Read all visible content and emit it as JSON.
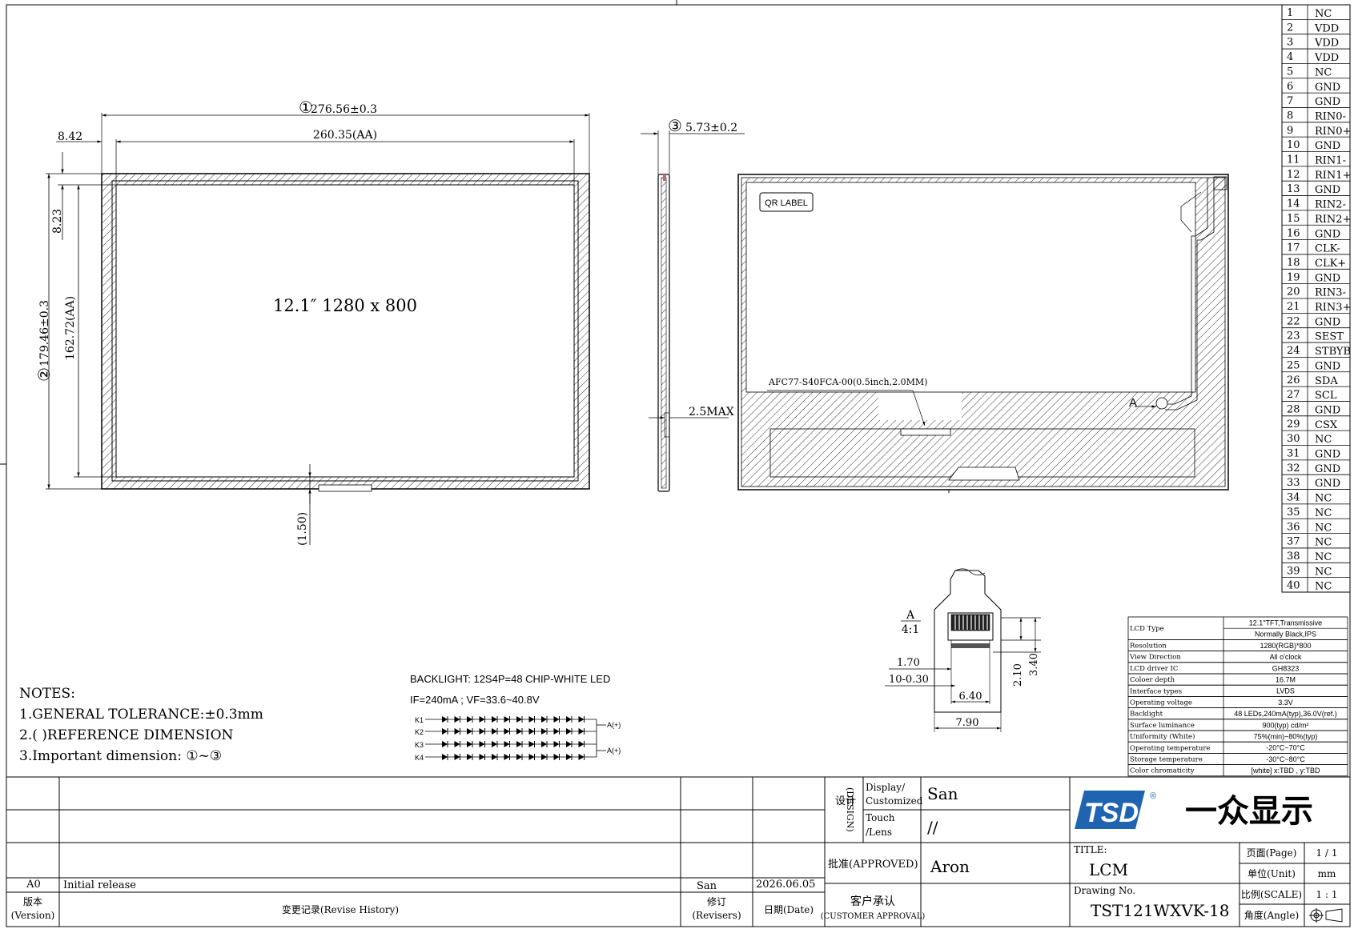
{
  "front_view": {
    "dim_outline_width": "276.56±0.3",
    "dim_outline_marker": "①",
    "dim_aa_width": "260.35(AA)",
    "dim_left_offset": "8.42",
    "dim_top_offset": "8.23",
    "dim_outline_height": "179.46±0.3",
    "dim_outline_height_marker": "②",
    "dim_aa_height": "162.72(AA)",
    "dim_bottom_ref": "(1.50)",
    "center_label": "12.1″ 1280 x 800"
  },
  "side_view": {
    "dim_thickness": "5.73±0.2",
    "dim_thickness_marker": "③",
    "dim_max": "2.5MAX"
  },
  "back_view": {
    "qr_label": "QR LABEL",
    "connector_label": "AFC77-S40FCA-00(0.5inch,2.0MM)",
    "detail_marker": "A"
  },
  "detail_view": {
    "title": "A",
    "scale": "4:1",
    "dim_pitch": "1.70",
    "dim_pin": "10-0.30",
    "dim_inner_width": "6.40",
    "dim_outer_width": "7.90",
    "dim_h1": "2.10",
    "dim_h2": "3.40"
  },
  "notes": {
    "title": "NOTES:",
    "items": [
      "1.GENERAL TOLERANCE:±0.3mm",
      "2.(   )REFERENCE DIMENSION",
      "3.Important dimension: ①~③"
    ]
  },
  "backlight": {
    "title": "BACKLIGHT: 12S4P=48 CHIP-WHITE LED",
    "spec": "IF=240mA ; VF=33.6~40.8V",
    "rows": [
      "K1",
      "K2",
      "K3",
      "K4"
    ],
    "anode_labels": [
      "A(+)",
      "A(+)"
    ]
  },
  "pins": [
    {
      "no": "1",
      "name": "NC"
    },
    {
      "no": "2",
      "name": "VDD"
    },
    {
      "no": "3",
      "name": "VDD"
    },
    {
      "no": "4",
      "name": "VDD"
    },
    {
      "no": "5",
      "name": "NC"
    },
    {
      "no": "6",
      "name": "GND"
    },
    {
      "no": "7",
      "name": "GND"
    },
    {
      "no": "8",
      "name": "RIN0-"
    },
    {
      "no": "9",
      "name": "RIN0+"
    },
    {
      "no": "10",
      "name": "GND"
    },
    {
      "no": "11",
      "name": "RIN1-"
    },
    {
      "no": "12",
      "name": "RIN1+"
    },
    {
      "no": "13",
      "name": "GND"
    },
    {
      "no": "14",
      "name": "RIN2-"
    },
    {
      "no": "15",
      "name": "RIN2+"
    },
    {
      "no": "16",
      "name": "GND"
    },
    {
      "no": "17",
      "name": "CLK-"
    },
    {
      "no": "18",
      "name": "CLK+"
    },
    {
      "no": "19",
      "name": "GND"
    },
    {
      "no": "20",
      "name": "RIN3-"
    },
    {
      "no": "21",
      "name": "RIN3+"
    },
    {
      "no": "22",
      "name": "GND"
    },
    {
      "no": "23",
      "name": "SEST"
    },
    {
      "no": "24",
      "name": "STBYB"
    },
    {
      "no": "25",
      "name": "GND"
    },
    {
      "no": "26",
      "name": "SDA"
    },
    {
      "no": "27",
      "name": "SCL"
    },
    {
      "no": "28",
      "name": "GND"
    },
    {
      "no": "29",
      "name": "CSX"
    },
    {
      "no": "30",
      "name": "NC"
    },
    {
      "no": "31",
      "name": "GND"
    },
    {
      "no": "32",
      "name": "GND"
    },
    {
      "no": "33",
      "name": "GND"
    },
    {
      "no": "34",
      "name": "NC"
    },
    {
      "no": "35",
      "name": "NC"
    },
    {
      "no": "36",
      "name": "NC"
    },
    {
      "no": "37",
      "name": "NC"
    },
    {
      "no": "38",
      "name": "NC"
    },
    {
      "no": "39",
      "name": "NC"
    },
    {
      "no": "40",
      "name": "NC"
    }
  ],
  "specs": [
    {
      "label": "LCD Type",
      "value": "12.1\"TFT,Transmissive",
      "value2": "Normally Black,IPS"
    },
    {
      "label": "Resolution",
      "value": "1280(RGB)*800"
    },
    {
      "label": "View Direction",
      "value": "All o'clock"
    },
    {
      "label": "LCD driver IC",
      "value": "GH8323"
    },
    {
      "label": "Coloer depth",
      "value": "16.7M"
    },
    {
      "label": "Interface types",
      "value": "LVDS"
    },
    {
      "label": "Operating voltage",
      "value": "3.3V"
    },
    {
      "label": "Backlight",
      "value": "48 LEDs,240mA(typ),36.0V(ref.)"
    },
    {
      "label": "Surface luminance",
      "value": "900(typ) cd/m²"
    },
    {
      "label": "Uniformity (White)",
      "value": "75%(min)~80%(typ)"
    },
    {
      "label": "Operating temperature",
      "value": "-20°C~70°C"
    },
    {
      "label": "Storage temperature",
      "value": "-30°C~80°C"
    },
    {
      "label": "Color chromaticity",
      "value": "[white] x:TBD , y:TBD"
    }
  ],
  "revision": {
    "version": "A0",
    "description": "Initial release",
    "reviser": "San",
    "date": "2026.06.05",
    "hdr_version_cn": "版本",
    "hdr_version_en": "(Version)",
    "hdr_history": "变更记录(Revise History)",
    "hdr_reviser_cn": "修订",
    "hdr_reviser_en": "(Revisers)",
    "hdr_date": "日期(Date)"
  },
  "approval": {
    "design_cn": "设计",
    "design_en": "(DESIGN)",
    "display_label": "Display/",
    "customized_label": "Customized",
    "display_value": "San",
    "touch_label": "Touch",
    "lens_label": "/Lens",
    "touch_value": "//",
    "approved_label": "批准(APPROVED)",
    "approved_value": "Aron",
    "customer_cn": "客户承认",
    "customer_en": "(CUSTOMER APPROVAL)"
  },
  "title_block": {
    "logo_text": "TSD",
    "company": "一众显示",
    "title_label": "TITLE:",
    "title_value": "LCM",
    "drawing_label": "Drawing No.",
    "drawing_value": "TST121WXVK-18",
    "page_label": "页面(Page)",
    "page_value": "1 / 1",
    "unit_label": "单位(Unit)",
    "unit_value": "mm",
    "scale_label": "比例(SCALE)",
    "scale_value": "1 : 1",
    "angle_label": "角度(Angle)"
  },
  "colors": {
    "line": "#000000",
    "logo_blue": "#1f64b0"
  }
}
